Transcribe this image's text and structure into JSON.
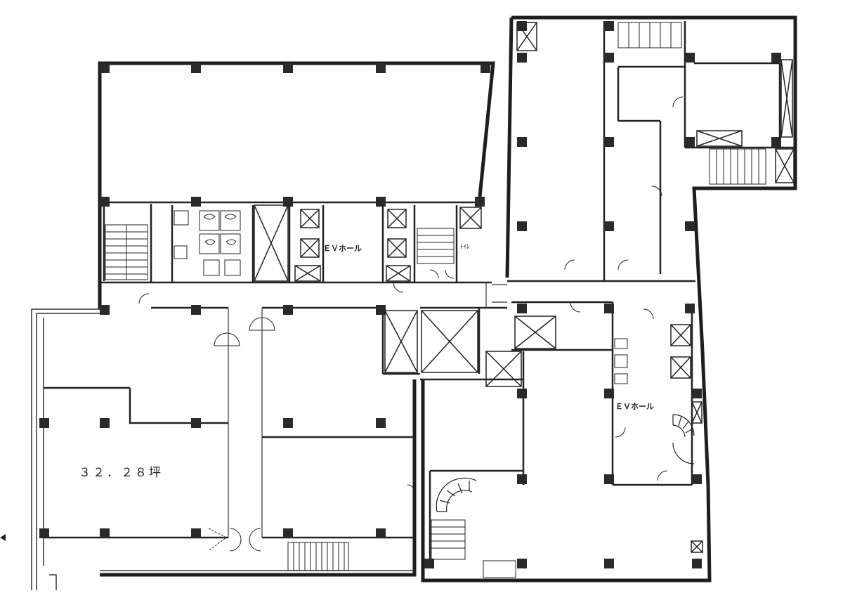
{
  "plan": {
    "area_label": "３２．２８坪",
    "ev_hall_label_1": "ＥＶホール",
    "ev_hall_label_2": "ＥＶホール",
    "wc_label": "ﾄｲﾚ"
  },
  "colors": {
    "wall": "#1e1e1e",
    "line": "#333333",
    "background": "#ffffff"
  },
  "icons": [
    "column-marker",
    "elevator-cross",
    "stair-treads",
    "door-swing",
    "spiral-stair",
    "north-arrow"
  ]
}
